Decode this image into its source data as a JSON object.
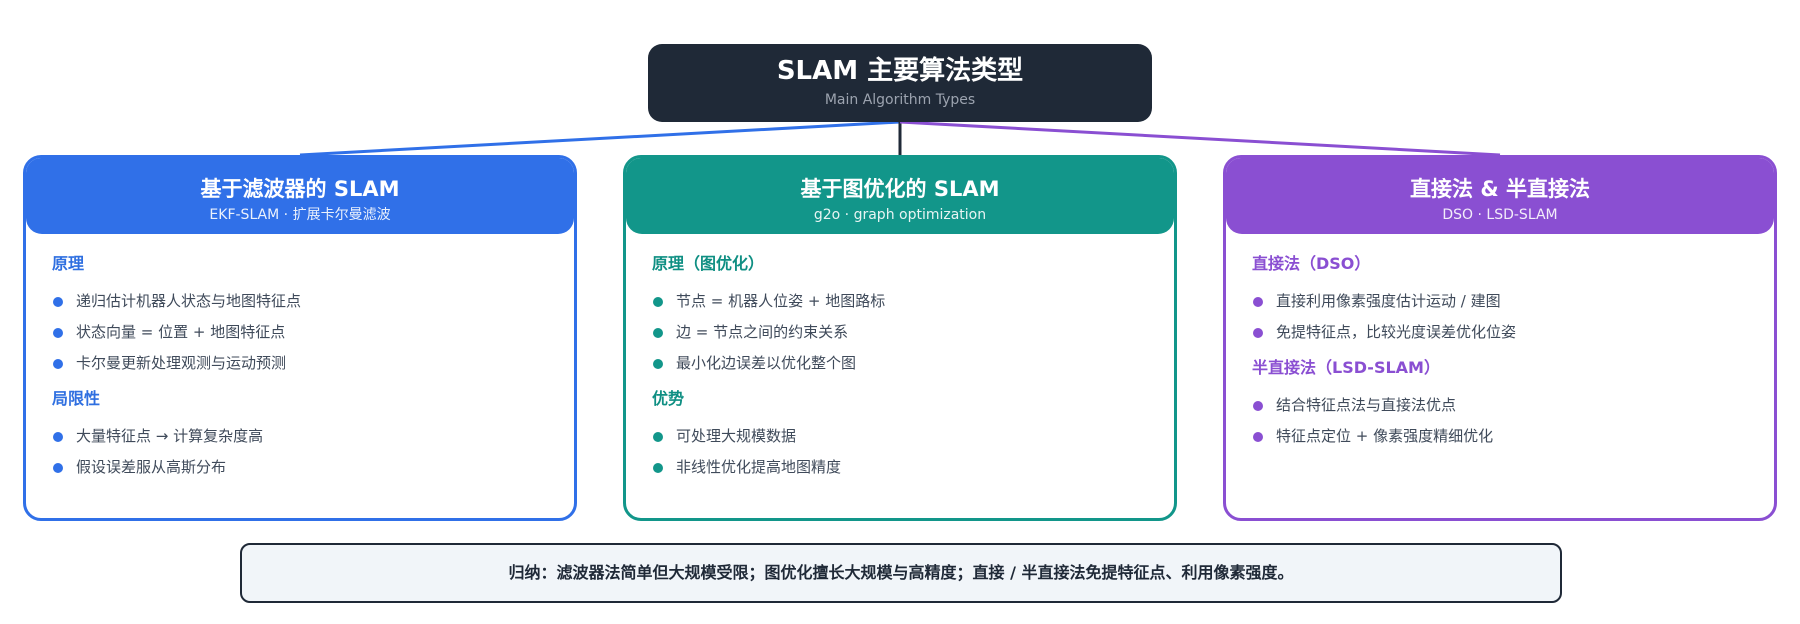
{
  "root": {
    "title": "SLAM 主要算法类型",
    "subtitle": "Main Algorithm Types"
  },
  "colors": {
    "root": "#1f2937",
    "filter": "#3070e8",
    "graph": "#12968a",
    "direct": "#8a4fd2"
  },
  "cards": [
    {
      "title": "基于滤波器的 SLAM",
      "subtitle": "EKF-SLAM · 扩展卡尔曼滤波",
      "sections": [
        {
          "heading": "原理",
          "items": [
            "递归估计机器人状态与地图特征点",
            "状态向量 = 位置 + 地图特征点",
            "卡尔曼更新处理观测与运动预测"
          ]
        },
        {
          "heading": "局限性",
          "items": [
            "大量特征点 → 计算复杂度高",
            "假设误差服从高斯分布"
          ]
        }
      ]
    },
    {
      "title": "基于图优化的 SLAM",
      "subtitle": "g2o · graph optimization",
      "sections": [
        {
          "heading": "原理（图优化）",
          "items": [
            "节点 = 机器人位姿 + 地图路标",
            "边 = 节点之间的约束关系",
            "最小化边误差以优化整个图"
          ]
        },
        {
          "heading": "优势",
          "items": [
            "可处理大规模数据",
            "非线性优化提高地图精度"
          ]
        }
      ]
    },
    {
      "title": "直接法 & 半直接法",
      "subtitle": "DSO · LSD-SLAM",
      "sections": [
        {
          "heading": "直接法（DSO）",
          "items": [
            "直接利用像素强度估计运动 / 建图",
            "免提特征点，比较光度误差优化位姿"
          ]
        },
        {
          "heading": "半直接法（LSD-SLAM）",
          "items": [
            "结合特征点法与直接法优点",
            "特征点定位 + 像素强度精细优化"
          ]
        }
      ]
    }
  ],
  "summary": "归纳：滤波器法简单但大规模受限；图优化擅长大规模与高精度；直接 / 半直接法免提特征点、利用像素强度。"
}
